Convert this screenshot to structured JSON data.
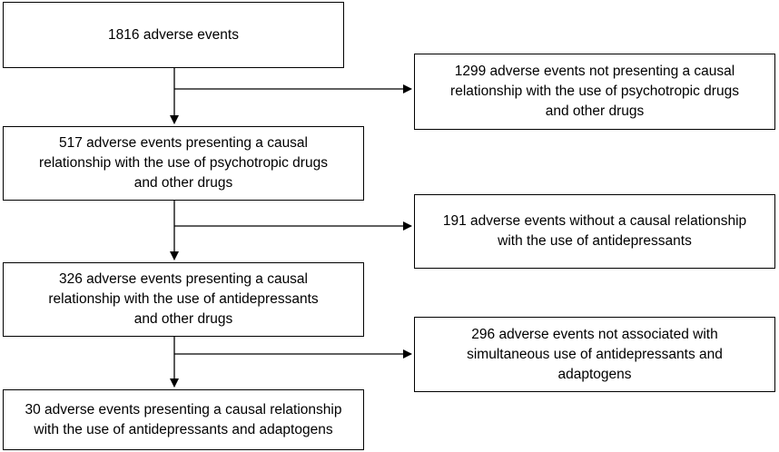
{
  "flow": {
    "main": [
      "1816 adverse events",
      "517 adverse events presenting a causal\nrelationship with the use of psychotropic drugs\nand other drugs",
      "326 adverse events presenting a causal\nrelationship with the use of antidepressants\nand other drugs",
      "30 adverse events presenting a causal relationship\nwith the use of antidepressants and adaptogens"
    ],
    "excluded": [
      "1299 adverse events not presenting a causal\nrelationship with the use of psychotropic drugs\nand other drugs",
      "191 adverse events without a causal relationship\nwith the use of antidepressants",
      "296 adverse events not associated with\nsimultaneous use of antidepressants and\nadaptogens"
    ]
  }
}
